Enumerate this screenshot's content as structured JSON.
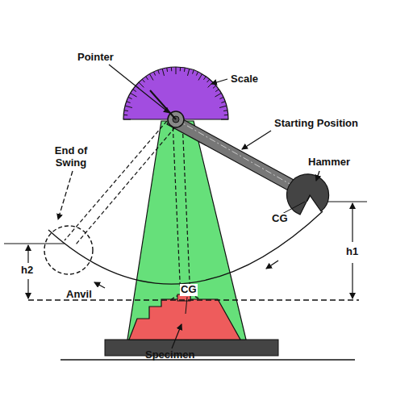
{
  "diagram": {
    "labels": [
      "Pointer",
      "Scale",
      "Starting Position",
      "End of Swing",
      "Hammer",
      "CG",
      "CG",
      "h1",
      "h2",
      "Anvil",
      "Specimen"
    ]
  }
}
